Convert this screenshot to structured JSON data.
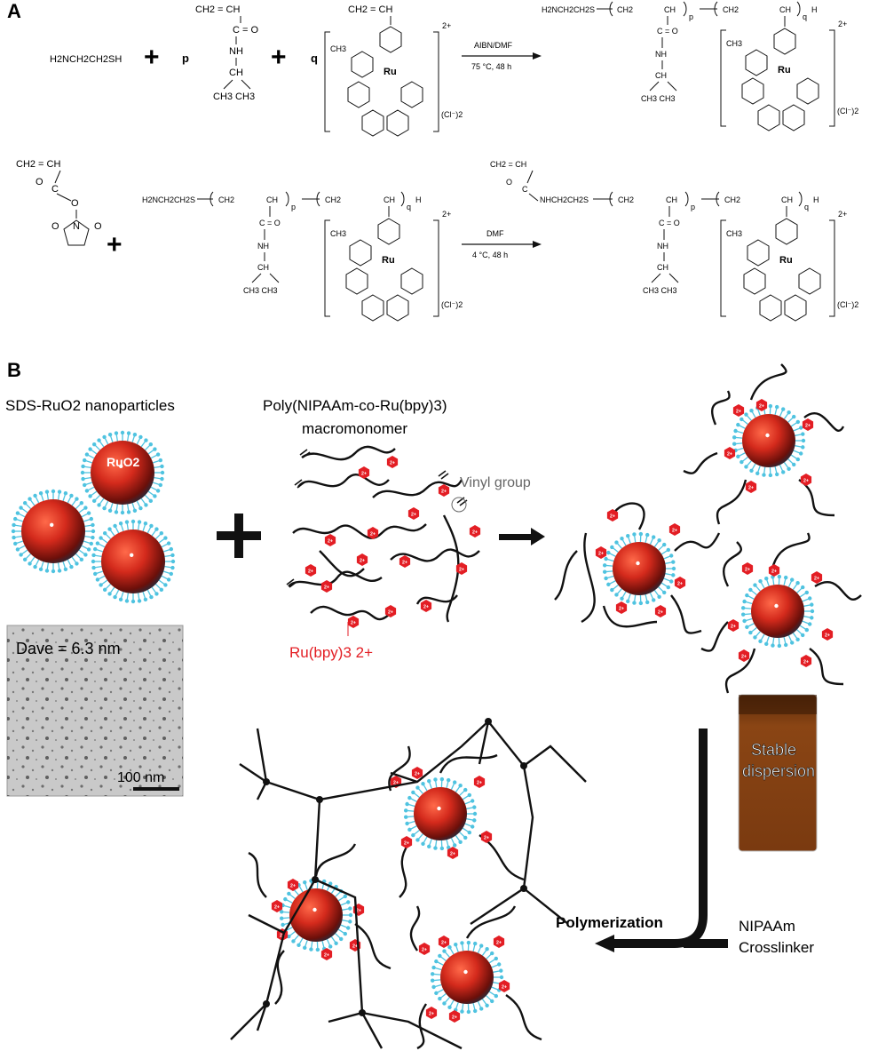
{
  "panel_a": {
    "label": "A",
    "reaction1": {
      "reactant_thiol": "H2NCH2CH2SH",
      "coef_p": "p",
      "coef_q": "q",
      "plus": "+",
      "conditions_top": "AIBN/DMF",
      "conditions_bottom": "75 °C, 48 h"
    },
    "reaction2": {
      "plus": "+",
      "conditions_top": "DMF",
      "conditions_bottom": "4 °C, 48 h"
    },
    "chem": {
      "thiol_prefix": "H2NCH2CH2S",
      "nhcs_prefix": "NHCH2CH2S",
      "vinyl": "CH2 = CH",
      "ch2": "CH2",
      "ch": "CH",
      "co": "C = O",
      "nh": "NH",
      "ch3": "CH3",
      "ch3pair": "CH3   CH3",
      "ru": "Ru",
      "n": "N",
      "o": "O",
      "c": "C",
      "p": "p",
      "q": "q",
      "h": "H",
      "charge": "2+",
      "counter": "(Cl⁻)2"
    }
  },
  "panel_b": {
    "label": "B",
    "np_title": "SDS-RuO2 nanoparticles",
    "np_label": "RuO2",
    "polymer_title_line1": "Poly(NIPAAm-co-Ru(bpy)3)",
    "polymer_title_line2": "macromonomer",
    "vinyl_label": "Vinyl group",
    "ru_label": "Ru(bpy)3 2+",
    "tem_dave": "Dave = 6.3 nm",
    "tem_scale": "100 nm",
    "vial_label_line1": "Stable",
    "vial_label_line2": "dispersion",
    "polymerization": "Polymerization",
    "reagents_line1": "NIPAAm",
    "reagents_line2": "Crosslinker",
    "hex_label": "2+"
  },
  "colors": {
    "ru_red": "#e31e24",
    "sphere_red": "#d42a1c",
    "shell_cyan": "#4fc3e0",
    "tem_bg": "#c9c9c9",
    "vial": "#7a3a10"
  }
}
